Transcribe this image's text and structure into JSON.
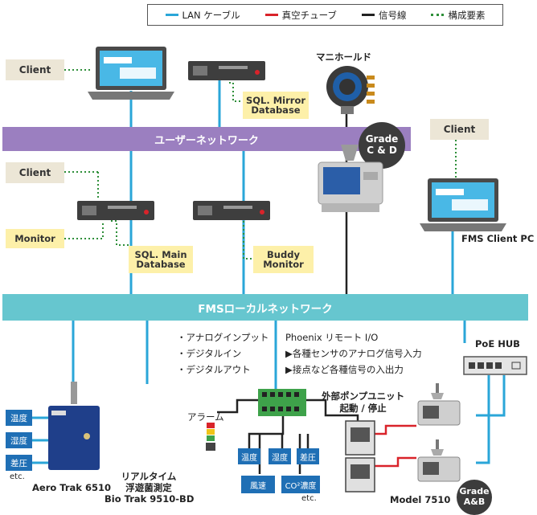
{
  "legend": {
    "lan": "LAN ケーブル",
    "vacuum": "真空チューブ",
    "signal": "信号線",
    "component": "構成要素"
  },
  "networks": {
    "user": "ユーザーネットワーク",
    "fms": "FMSローカルネットワーク"
  },
  "nodes": {
    "client_top": "Client",
    "client_mid": "Client",
    "client_right": "Client",
    "monitor": "Monitor",
    "sql_mirror": [
      "SQL. Mirror",
      "Database"
    ],
    "sql_main": [
      "SQL. Main",
      "Database"
    ],
    "buddy": [
      "Buddy",
      "Monitor"
    ],
    "manifold": "マニホールド",
    "fms_client_pc": "FMS Client PC",
    "poe_hub": "PoE HUB",
    "grade_cd": [
      "Grade",
      "C & D"
    ],
    "grade_ab": [
      "Grade",
      "A&B"
    ]
  },
  "io": {
    "analog_input": "・アナログインプット",
    "digital_in": "・デジタルイン",
    "digital_out": "・デジタルアウト",
    "phoenix": "Phoenix リモート I/O",
    "analog_sensor": "▶各種センサのアナログ信号入力",
    "contact": "▶接点など各種信号の入出力",
    "alarm": "アラーム",
    "pump": [
      "外部ポンプユニット",
      "起動 / 停止"
    ]
  },
  "left_sensors": [
    "温度",
    "湿度",
    "差圧"
  ],
  "left_etc": "etc.",
  "io_sensors": [
    "温度",
    "湿度",
    "差圧"
  ],
  "io_sensors2": [
    "風速",
    "CO²濃度"
  ],
  "io_etc": "etc.",
  "products": {
    "aero": "Aero Trak 6510",
    "biotrak": [
      "リアルタイム",
      "浮遊菌測定",
      "Bio Trak 9510-BD"
    ],
    "model7510": "Model 7510"
  },
  "colors": {
    "lan": "#2aa6d8",
    "vacuum": "#d9232a",
    "signal": "#222222",
    "component": "#2f8f3a",
    "user_network": "#9b7fc0",
    "fms_network": "#66c6cf",
    "client_box": "#ece6d6",
    "db_box": "#fdf0a9",
    "sensor_box": "#1f6fb5"
  },
  "icons": [
    "laptop-icon",
    "server-icon",
    "manifold-icon",
    "particle-counter-icon",
    "io-module-icon",
    "alarm-light-icon",
    "pump-unit-icon",
    "poe-hub-icon",
    "sensor-unit-icon"
  ]
}
